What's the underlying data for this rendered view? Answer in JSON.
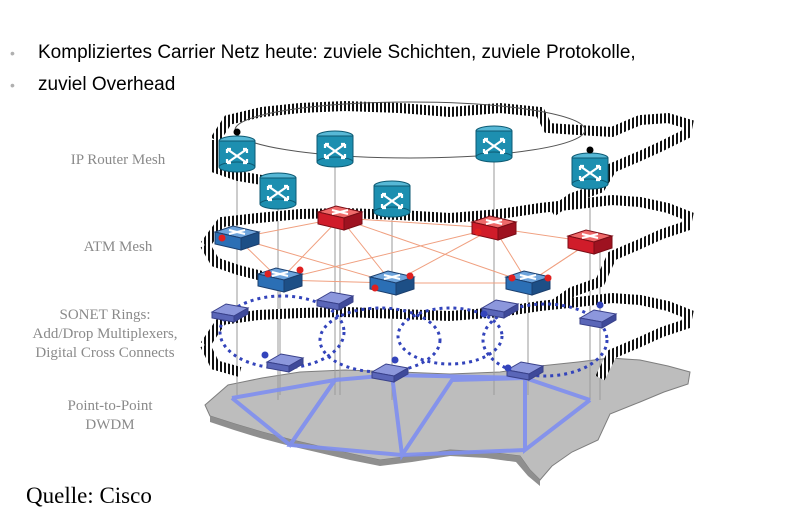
{
  "bullets": [
    {
      "text": "Kompliziertes Carrier Netz heute: zuviele Schichten, zuviele Protokolle,"
    },
    {
      "text": "zuviel Overhead"
    }
  ],
  "layers": {
    "ip": {
      "label": "IP Router Mesh"
    },
    "atm": {
      "label": "ATM Mesh"
    },
    "sonet": {
      "line1": "SONET Rings:",
      "line2": "Add/Drop Multiplexers,",
      "line3": "Digital Cross Connects"
    },
    "dwdm": {
      "line1": "Point-to-Point",
      "line2": "DWDM"
    }
  },
  "source": "Quelle: Cisco",
  "colors": {
    "router": "#1d8fb0",
    "atm_switch_red": "#d01c2a",
    "atm_switch_blue": "#2b6fb5",
    "sonet_mux": "#6b79c8",
    "ring": "#3344bb",
    "dwdm_link": "#7f8ff0",
    "map": "#b9b9b9",
    "mesh_link": "#f0a080"
  },
  "icons": {
    "router": "router-icon",
    "atm_switch": "atm-switch-icon",
    "sonet_mux": "add-drop-multiplexer-icon"
  }
}
